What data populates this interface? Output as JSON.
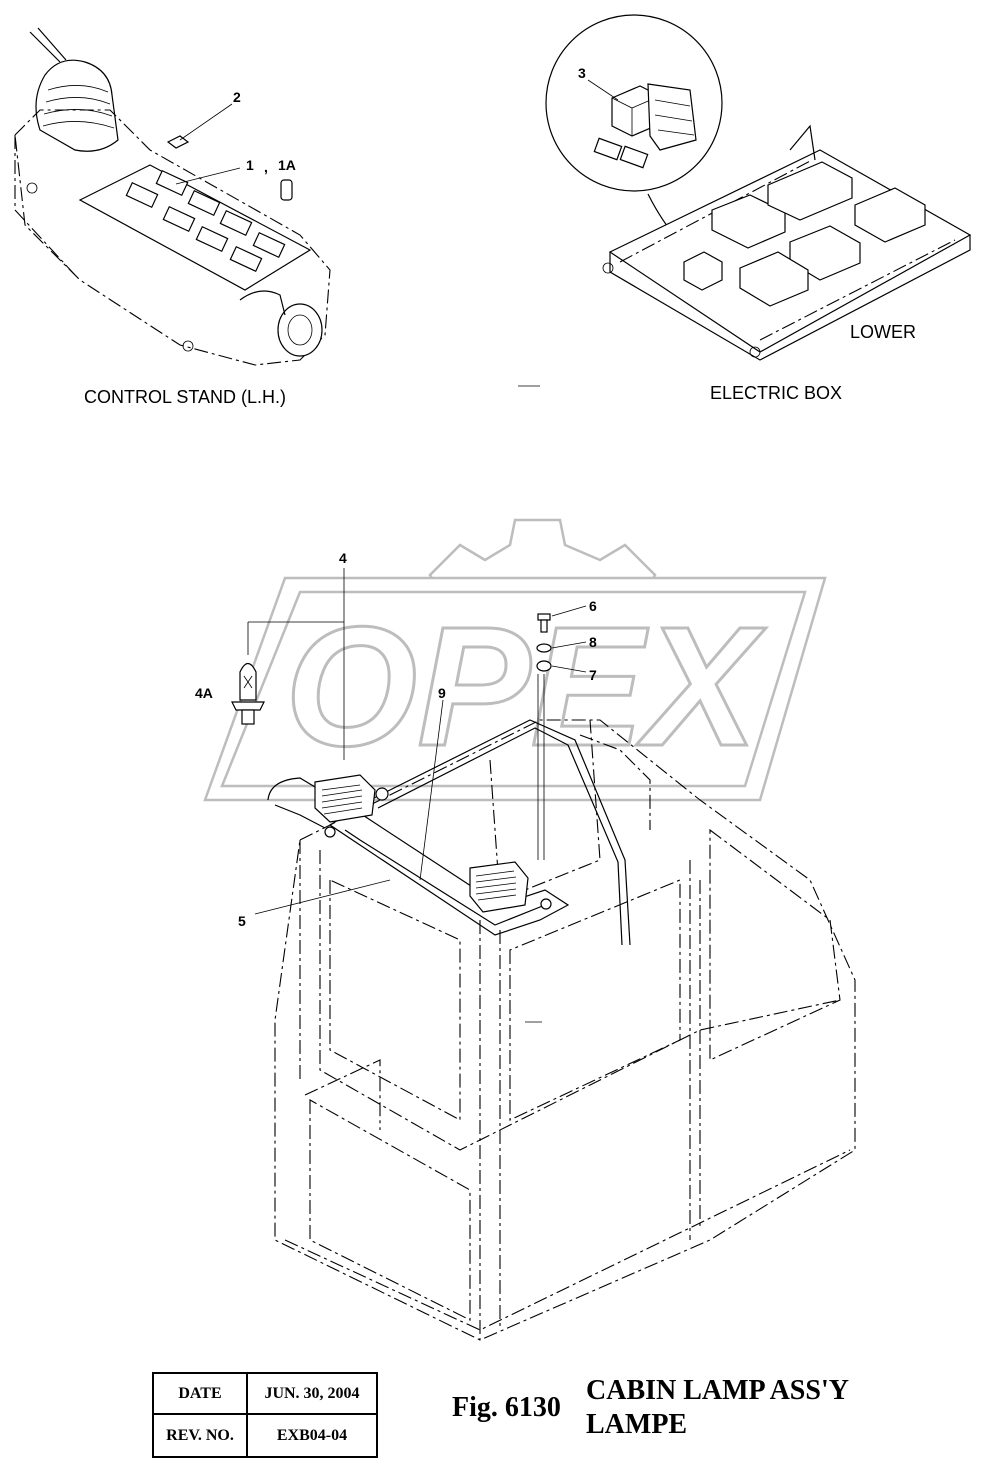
{
  "callouts": {
    "c1": "1",
    "c_sep": ",",
    "c1a": "1A",
    "c2": "2",
    "c3": "3",
    "c4": "4",
    "c4a": "4A",
    "c5": "5",
    "c6": "6",
    "c7": "7",
    "c8": "8",
    "c9": "9"
  },
  "captions": {
    "control_stand": "CONTROL STAND (L.H.)",
    "electric_box": "ELECTRIC BOX",
    "lower": "LOWER"
  },
  "watermark": {
    "text": "OPEX"
  },
  "title_block": {
    "date_label": "DATE",
    "date_value": "JUN. 30, 2004",
    "rev_label": "REV. NO.",
    "rev_value": "EXB04-04"
  },
  "figure": {
    "number": "Fig. 6130",
    "title_line1": "CABIN LAMP ASS'Y",
    "title_line2": "LAMPE"
  }
}
